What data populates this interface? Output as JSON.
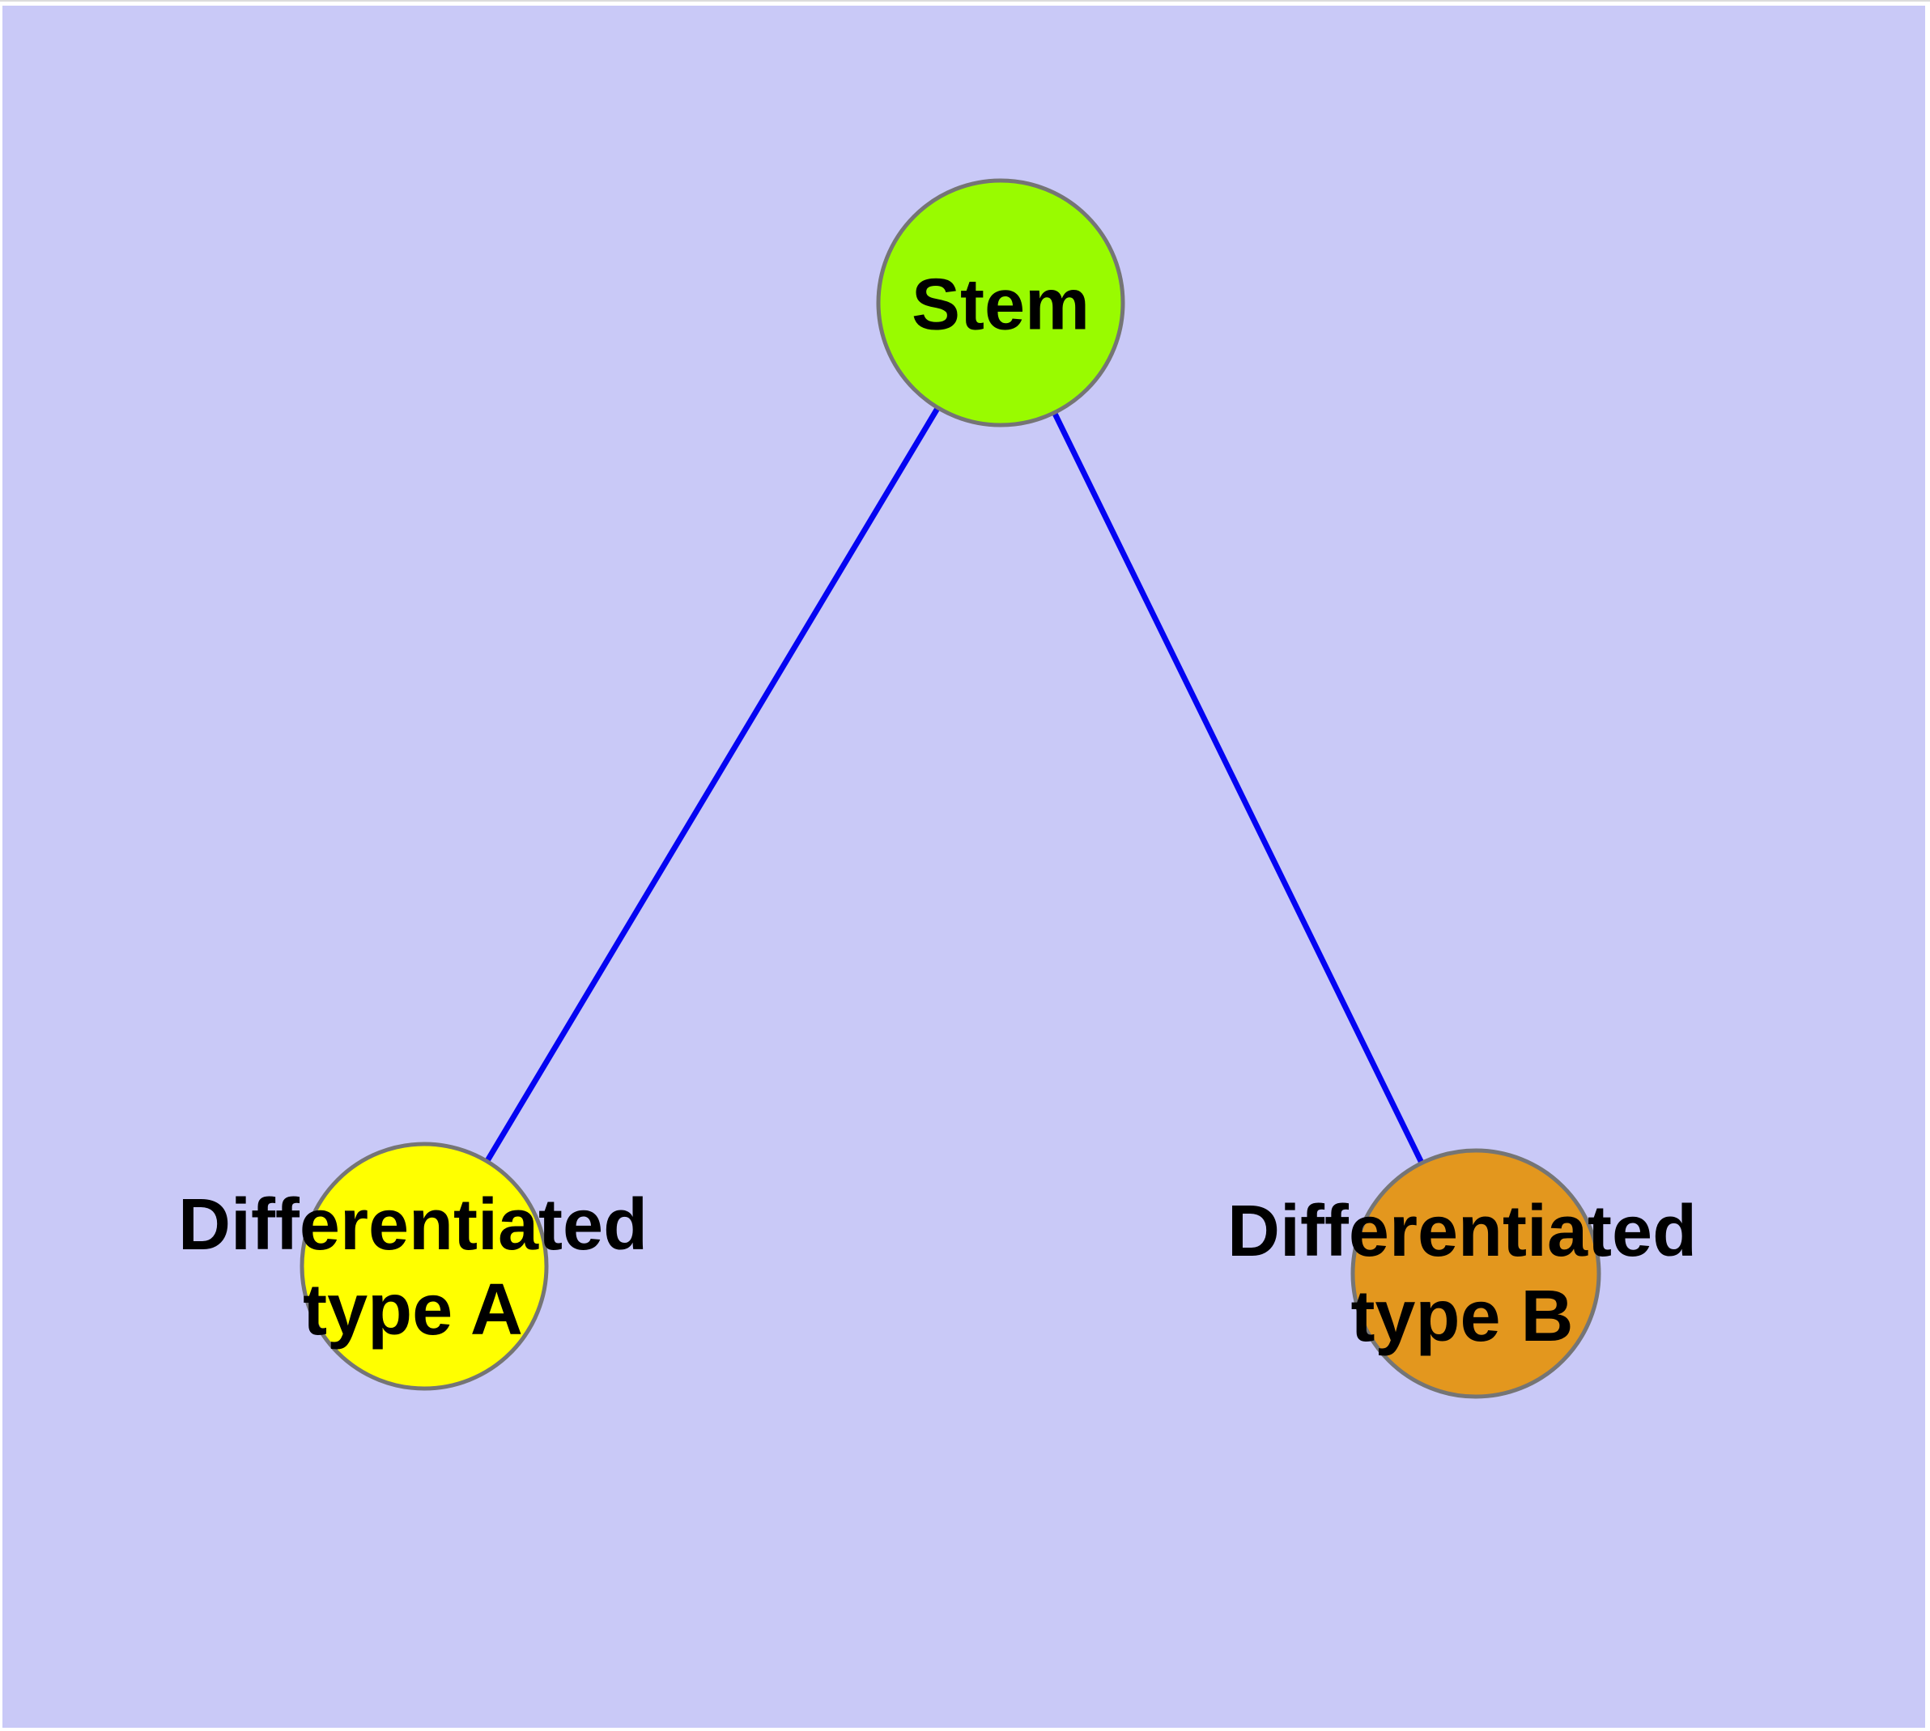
{
  "diagram": {
    "title": "Stem cell differentiation diagram",
    "canvas_background": "#C9C9F7",
    "text_color": "#000000",
    "node_border_color": "#757575",
    "nodes": {
      "stem": {
        "label": "Stem",
        "fill": "#99FB00"
      },
      "type_a": {
        "label_line1": "Differentiated",
        "label_line2": "type A",
        "fill": "#FFFF00"
      },
      "type_b": {
        "label_line1": "Differentiated",
        "label_line2": "type B",
        "fill": "#E3971E"
      }
    },
    "edges": {
      "color": "#0404F2",
      "list": [
        {
          "from": "Stem",
          "to": "Differentiated type A"
        },
        {
          "from": "Stem",
          "to": "Differentiated type B"
        }
      ]
    }
  }
}
